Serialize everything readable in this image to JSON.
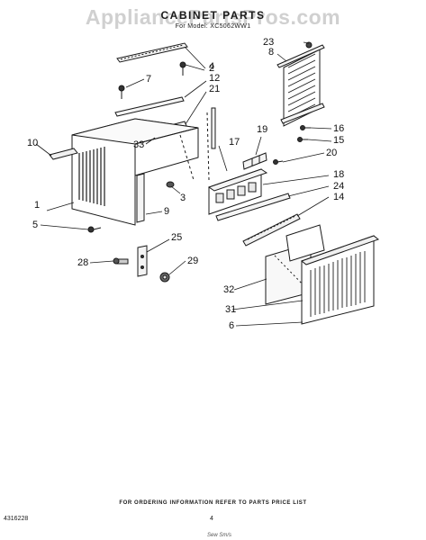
{
  "watermark": "AppliancePartsPros.com",
  "title": "CABINET PARTS",
  "model_line": "For Model: XC5062WW1",
  "footer": {
    "ordering_note": "FOR ORDERING INFORMATION REFER TO PARTS PRICE LIST",
    "doc_number": "4316228",
    "page_number": "4",
    "signature": "Sew Sm/s"
  },
  "callouts": [
    "1",
    "2",
    "3",
    "4",
    "5",
    "6",
    "7",
    "8",
    "9",
    "10",
    "12",
    "14",
    "15",
    "16",
    "17",
    "18",
    "19",
    "20",
    "21",
    "23",
    "24",
    "25",
    "28",
    "29",
    "31",
    "32",
    "33"
  ]
}
